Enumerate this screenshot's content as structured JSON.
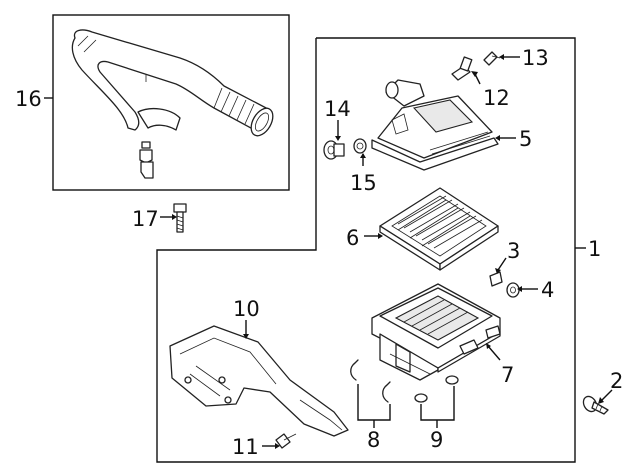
{
  "diagram": {
    "callouts": {
      "c1": "1",
      "c2": "2",
      "c3": "3",
      "c4": "4",
      "c5": "5",
      "c6": "6",
      "c7": "7",
      "c8": "8",
      "c9": "9",
      "c10": "10",
      "c11": "11",
      "c12": "12",
      "c13": "13",
      "c14": "14",
      "c15": "15",
      "c16": "16",
      "c17": "17"
    },
    "parts": [
      {
        "callout": "1",
        "name": "air-cleaner-assembly",
        "icon": "outline-frame"
      },
      {
        "callout": "2",
        "name": "bolt",
        "icon": "bolt-icon"
      },
      {
        "callout": "3",
        "name": "grommet",
        "icon": "grommet-icon"
      },
      {
        "callout": "4",
        "name": "grommet",
        "icon": "grommet-icon"
      },
      {
        "callout": "5",
        "name": "upper-cover",
        "icon": "cover-icon"
      },
      {
        "callout": "6",
        "name": "filter-element",
        "icon": "filter-icon"
      },
      {
        "callout": "7",
        "name": "lower-housing",
        "icon": "housing-icon"
      },
      {
        "callout": "8",
        "name": "clip",
        "icon": "clip-icon"
      },
      {
        "callout": "9",
        "name": "insulator",
        "icon": "insulator-icon"
      },
      {
        "callout": "10",
        "name": "inlet-duct",
        "icon": "duct-icon"
      },
      {
        "callout": "11",
        "name": "bolt",
        "icon": "bolt-icon"
      },
      {
        "callout": "12",
        "name": "sensor",
        "icon": "sensor-icon"
      },
      {
        "callout": "13",
        "name": "screw",
        "icon": "screw-icon"
      },
      {
        "callout": "14",
        "name": "grommet",
        "icon": "grommet-icon"
      },
      {
        "callout": "15",
        "name": "nut",
        "icon": "nut-icon"
      },
      {
        "callout": "16",
        "name": "outlet-tube",
        "icon": "tube-icon"
      },
      {
        "callout": "17",
        "name": "bolt",
        "icon": "bolt-icon"
      }
    ]
  }
}
